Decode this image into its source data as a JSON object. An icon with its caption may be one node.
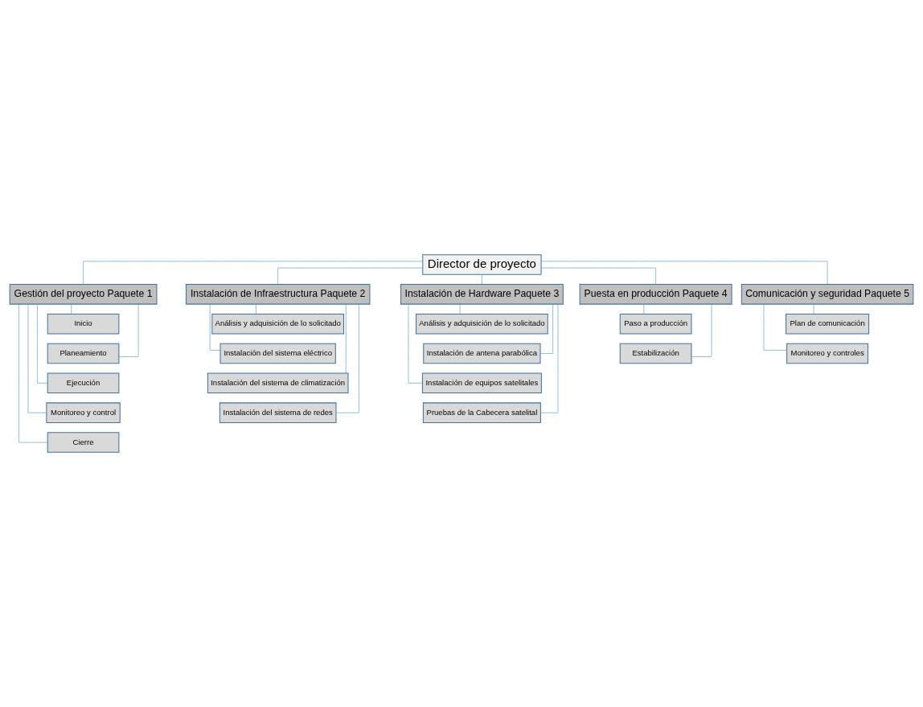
{
  "diagram": {
    "nodes": [
      {
        "text": [
          "Director de proyecto"
        ]
      },
      {
        "text": [
          "Gestión del proyecto Paquete 1"
        ]
      },
      {
        "text": [
          "Instalación de Infraestructura Paquete 2"
        ]
      },
      {
        "text": [
          "Instalación de Hardware Paquete 3"
        ]
      },
      {
        "text": [
          "Puesta en producción Paquete 4"
        ]
      },
      {
        "text": [
          "Comunicación y seguridad Paquete 5"
        ]
      },
      {
        "text": [
          "Inicio"
        ]
      },
      {
        "text": [
          "Planeamiento"
        ]
      },
      {
        "text": [
          "Ejecución"
        ]
      },
      {
        "text": [
          "Monitoreo y control"
        ]
      },
      {
        "text": [
          "Cierre"
        ]
      },
      {
        "text": [
          "Análisis y adquisición de lo solicitado"
        ]
      },
      {
        "text": [
          "Instalación del sistema eléctrico"
        ]
      },
      {
        "text": [
          "Instalación del sistema de climatización"
        ]
      },
      {
        "text": [
          "Instalación del sistema de redes"
        ]
      },
      {
        "text": [
          "Análisis y adquisición de lo solicitado"
        ]
      },
      {
        "text": [
          "Instalación de antena parabólica"
        ]
      },
      {
        "text": [
          "Instalación de equipos satelitales"
        ]
      },
      {
        "text": [
          "Pruebas de la Cabecera satelital"
        ]
      },
      {
        "text": [
          "Paso a producción"
        ]
      },
      {
        "text": [
          "Estabilización"
        ]
      },
      {
        "text": [
          "Plan de comunicación"
        ]
      },
      {
        "text": [
          "Monitoreo y controles"
        ]
      }
    ],
    "edges": [
      {
        "from": 0,
        "to": 1,
        "arrow": "none"
      },
      {
        "from": 0,
        "to": 2,
        "arrow": "none"
      },
      {
        "from": 0,
        "to": 3,
        "arrow": "none"
      },
      {
        "from": 0,
        "to": 4,
        "arrow": "none"
      },
      {
        "from": 0,
        "to": 5,
        "arrow": "none"
      },
      {
        "from": 1,
        "to": 6,
        "arrow": "none"
      },
      {
        "from": 1,
        "to": 7,
        "arrow": "none"
      },
      {
        "from": 1,
        "to": 8,
        "arrow": "none"
      },
      {
        "from": 1,
        "to": 9,
        "arrow": "none"
      },
      {
        "from": 1,
        "to": 10,
        "arrow": "none"
      },
      {
        "from": 2,
        "to": 11,
        "arrow": "none"
      },
      {
        "from": 2,
        "to": 12,
        "arrow": "none"
      },
      {
        "from": 2,
        "to": 13,
        "arrow": "none"
      },
      {
        "from": 2,
        "to": 14,
        "arrow": "none"
      },
      {
        "from": 3,
        "to": 15,
        "arrow": "none"
      },
      {
        "from": 3,
        "to": 16,
        "arrow": "none"
      },
      {
        "from": 3,
        "to": 17,
        "arrow": "none"
      },
      {
        "from": 3,
        "to": 18,
        "arrow": "none"
      },
      {
        "from": 4,
        "to": 19,
        "arrow": "none"
      },
      {
        "from": 4,
        "to": 20,
        "arrow": "none"
      },
      {
        "from": 5,
        "to": 21,
        "arrow": "none"
      },
      {
        "from": 5,
        "to": 22,
        "arrow": "none"
      }
    ]
  }
}
